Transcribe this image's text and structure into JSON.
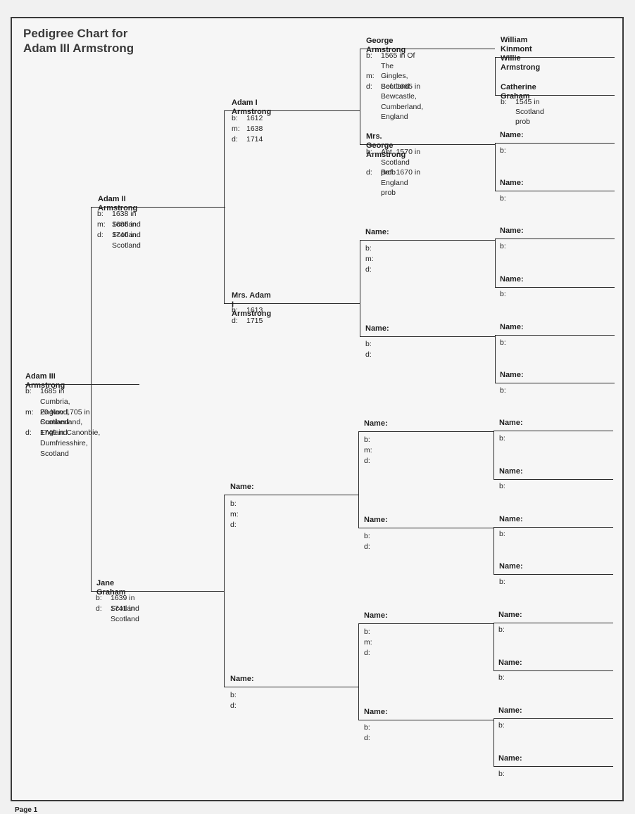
{
  "title": {
    "line1": "Pedigree Chart for",
    "line2": "Adam III Armstrong"
  },
  "footer": {
    "page": "Page 1"
  },
  "people": {
    "p1": {
      "name": "Adam III Armstrong",
      "facts": [
        {
          "k": "b:",
          "v": "1685 in Cumbria,\nEngland, Scotland"
        },
        {
          "k": "m:",
          "v": "20 Nov 1705 in\nCumberland, England"
        },
        {
          "k": "d:",
          "v": "1749 in Canonbie,\nDumfriesshire, Scotland"
        }
      ]
    },
    "p2": {
      "name": "Adam II Armstrong",
      "facts": [
        {
          "k": "b:",
          "v": "1638 in Scotland"
        },
        {
          "k": "m:",
          "v": "1685 in Scotland"
        },
        {
          "k": "d:",
          "v": "1740 in Scotland"
        }
      ]
    },
    "p3": {
      "name": "Jane Graham",
      "facts": [
        {
          "k": "b:",
          "v": "1639 in Scotland"
        },
        {
          "k": "d:",
          "v": "1741 in Scotland"
        }
      ]
    },
    "p4": {
      "name": "Adam I Armstrong",
      "facts": [
        {
          "k": "b:",
          "v": "1612"
        },
        {
          "k": "m:",
          "v": "1638"
        },
        {
          "k": "d:",
          "v": "1714"
        }
      ]
    },
    "p5": {
      "name": "Mrs. Adam I Armstrong",
      "facts": [
        {
          "k": "b:",
          "v": "1613"
        },
        {
          "k": "d:",
          "v": "1715"
        }
      ]
    },
    "p6": {
      "name": "Name:",
      "facts": [
        {
          "k": "b:",
          "v": ""
        },
        {
          "k": "m:",
          "v": ""
        },
        {
          "k": "d:",
          "v": ""
        }
      ]
    },
    "p7": {
      "name": "Name:",
      "facts": [
        {
          "k": "b:",
          "v": ""
        },
        {
          "k": "d:",
          "v": ""
        }
      ]
    },
    "p8": {
      "name": "George Armstrong",
      "facts": [
        {
          "k": "b:",
          "v": "1565 in Of The\nGingles, Scotland"
        },
        {
          "k": "m:",
          "v": ""
        },
        {
          "k": "d:",
          "v": "Bef. 1665 in Bewcastle,\nCumberland, England"
        }
      ]
    },
    "p9": {
      "name": "Mrs. George Armstrong",
      "facts": [
        {
          "k": "b:",
          "v": "Abt. 1570 in Scotland\nprob"
        },
        {
          "k": "d:",
          "v": "Bef. 1670 in England\nprob"
        }
      ]
    },
    "p10": {
      "name": "Name:",
      "facts": [
        {
          "k": "b:",
          "v": ""
        },
        {
          "k": "m:",
          "v": ""
        },
        {
          "k": "d:",
          "v": ""
        }
      ]
    },
    "p11": {
      "name": "Name:",
      "facts": [
        {
          "k": "b:",
          "v": ""
        },
        {
          "k": "d:",
          "v": ""
        }
      ]
    },
    "p12": {
      "name": "Name:",
      "facts": [
        {
          "k": "b:",
          "v": ""
        },
        {
          "k": "m:",
          "v": ""
        },
        {
          "k": "d:",
          "v": ""
        }
      ]
    },
    "p13": {
      "name": "Name:",
      "facts": [
        {
          "k": "b:",
          "v": ""
        },
        {
          "k": "d:",
          "v": ""
        }
      ]
    },
    "p14": {
      "name": "Name:",
      "facts": [
        {
          "k": "b:",
          "v": ""
        },
        {
          "k": "m:",
          "v": ""
        },
        {
          "k": "d:",
          "v": ""
        }
      ]
    },
    "p15": {
      "name": "Name:",
      "facts": [
        {
          "k": "b:",
          "v": ""
        },
        {
          "k": "d:",
          "v": ""
        }
      ]
    },
    "p16": {
      "name": "William Kinmont Willie\nArmstrong",
      "facts": []
    },
    "p17": {
      "name": "Catherine Graham",
      "facts": [
        {
          "k": "b:",
          "v": "1545 in Scotland prob"
        }
      ]
    },
    "p18": {
      "name": "Name:",
      "facts": [
        {
          "k": "b:",
          "v": ""
        }
      ]
    },
    "p19": {
      "name": "Name:",
      "facts": [
        {
          "k": "b:",
          "v": ""
        }
      ]
    },
    "p20": {
      "name": "Name:",
      "facts": [
        {
          "k": "b:",
          "v": ""
        }
      ]
    },
    "p21": {
      "name": "Name:",
      "facts": [
        {
          "k": "b:",
          "v": ""
        }
      ]
    },
    "p22": {
      "name": "Name:",
      "facts": [
        {
          "k": "b:",
          "v": ""
        }
      ]
    },
    "p23": {
      "name": "Name:",
      "facts": [
        {
          "k": "b:",
          "v": ""
        }
      ]
    },
    "p24": {
      "name": "Name:",
      "facts": [
        {
          "k": "b:",
          "v": ""
        }
      ]
    },
    "p25": {
      "name": "Name:",
      "facts": [
        {
          "k": "b:",
          "v": ""
        }
      ]
    },
    "p26": {
      "name": "Name:",
      "facts": [
        {
          "k": "b:",
          "v": ""
        }
      ]
    },
    "p27": {
      "name": "Name:",
      "facts": [
        {
          "k": "b:",
          "v": ""
        }
      ]
    },
    "p28": {
      "name": "Name:",
      "facts": [
        {
          "k": "b:",
          "v": ""
        }
      ]
    },
    "p29": {
      "name": "Name:",
      "facts": [
        {
          "k": "b:",
          "v": ""
        }
      ]
    },
    "p30": {
      "name": "Name:",
      "facts": [
        {
          "k": "b:",
          "v": ""
        }
      ]
    },
    "p31": {
      "name": "Name:",
      "facts": [
        {
          "k": "b:",
          "v": ""
        }
      ]
    }
  }
}
